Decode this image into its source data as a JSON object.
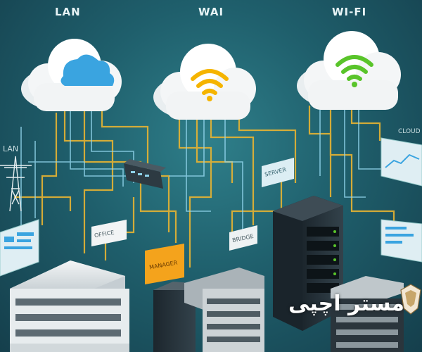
{
  "labels": {
    "lan": "LAN",
    "wai": "WAI",
    "wifi": "WI-FI",
    "left_lan": "LAN",
    "cloud_right": "CLOUD",
    "office": "OFFICE",
    "server_sign": "SERVER",
    "bridge": "BRIDGE",
    "orange_sign": "MANAGER",
    "watermark": "مستر اچپی"
  },
  "colors": {
    "background": "#1f5f6c",
    "wire_yellow": "#e8b432",
    "wire_blue": "#8fd3ea",
    "cloud": "#f2f2f2",
    "wifi_yellow": "#f5b400",
    "wifi_green": "#59c42a",
    "lan_blue": "#3aa4e0"
  },
  "icons": {
    "cloud_1": "cloud-lan-icon",
    "cloud_2": "cloud-wifi-yellow-icon",
    "cloud_3": "cloud-wifi-green-icon",
    "tower": "transmission-tower-icon",
    "switch": "network-switch-icon",
    "rack": "server-rack-icon",
    "logo": "shield-logo-icon"
  }
}
